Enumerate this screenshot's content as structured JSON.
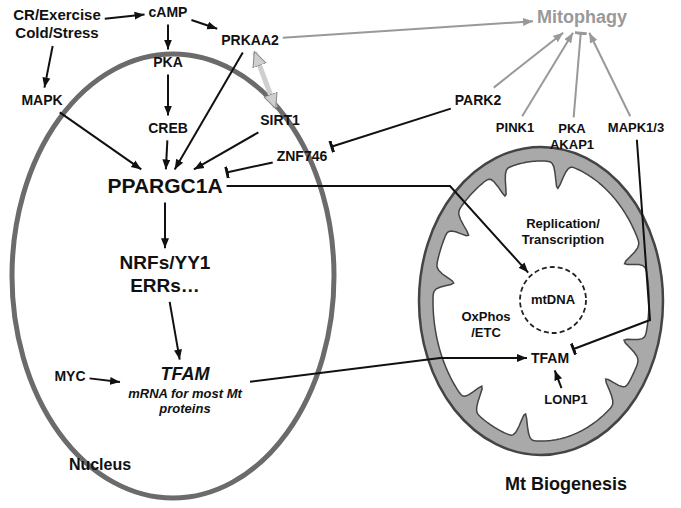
{
  "diagram": {
    "nodes": [
      {
        "text": [
          "CR/Exercise Cold/Stress"
        ]
      },
      {
        "text": [
          "cAMP"
        ]
      },
      {
        "text": [
          "PRKAA2"
        ]
      },
      {
        "text": [
          "Mitophagy"
        ]
      },
      {
        "text": [
          "MAPK"
        ]
      },
      {
        "text": [
          "PKA"
        ]
      },
      {
        "text": [
          "SIRT1"
        ]
      },
      {
        "text": [
          "PARK2"
        ]
      },
      {
        "text": [
          "Nucleus"
        ]
      },
      {
        "text": [
          "CREB"
        ],
        "in": 8
      },
      {
        "text": [
          "PPARGC1A"
        ],
        "in": 8
      },
      {
        "text": [
          "NRFs/YY1 ERRs…"
        ],
        "in": 8
      },
      {
        "text": [
          "MYC"
        ],
        "in": 8
      },
      {
        "text": [
          "TFAM",
          "mRNA for most Mt proteins"
        ],
        "in": 8
      },
      {
        "text": [
          "ZNF746"
        ]
      },
      {
        "text": [
          "PINK1"
        ]
      },
      {
        "text": [
          "PKA AKAP1"
        ]
      },
      {
        "text": [
          "MAPK1/3"
        ]
      },
      {
        "text": [
          "Mt Biogenesis"
        ]
      },
      {
        "text": [
          "Replication/ Transcription"
        ],
        "in": 18
      },
      {
        "text": [
          "mtDNA"
        ],
        "in": 18
      },
      {
        "text": [
          "OxPhos /ETC"
        ],
        "in": 18
      },
      {
        "text": [
          "TFAM"
        ],
        "in": 18
      },
      {
        "text": [
          "LONP1"
        ],
        "in": 18
      }
    ],
    "edges": [
      {
        "from": 0,
        "to": 1,
        "arrow": "to"
      },
      {
        "from": 0,
        "to": 4,
        "arrow": "to"
      },
      {
        "from": 1,
        "to": 5,
        "arrow": "to"
      },
      {
        "from": 1,
        "to": 2,
        "arrow": "to"
      },
      {
        "from": 5,
        "to": 9,
        "arrow": "to"
      },
      {
        "from": 9,
        "to": 10,
        "arrow": "to"
      },
      {
        "from": 4,
        "to": 10,
        "arrow": "to"
      },
      {
        "from": 2,
        "to": 10,
        "arrow": "to"
      },
      {
        "from": 2,
        "to": 6,
        "arrow": "both"
      },
      {
        "from": 6,
        "to": 10,
        "arrow": "to"
      },
      {
        "from": 14,
        "to": 10,
        "arrow": "to"
      },
      {
        "from": 7,
        "to": 14,
        "arrow": "to"
      },
      {
        "from": 2,
        "to": 3,
        "arrow": "to"
      },
      {
        "from": 7,
        "to": 3,
        "arrow": "to"
      },
      {
        "from": 15,
        "to": 3,
        "arrow": "to"
      },
      {
        "from": 16,
        "to": 3,
        "arrow": "to"
      },
      {
        "from": 17,
        "to": 3,
        "arrow": "to"
      },
      {
        "from": 10,
        "to": 20,
        "arrow": "to"
      },
      {
        "from": 10,
        "to": 11,
        "arrow": "to"
      },
      {
        "from": 11,
        "to": 13,
        "arrow": "to"
      },
      {
        "from": 12,
        "to": 13,
        "arrow": "to"
      },
      {
        "from": 13,
        "to": 22,
        "arrow": "to"
      },
      {
        "from": 17,
        "to": 22,
        "arrow": "to"
      },
      {
        "from": 23,
        "to": 22,
        "arrow": "to"
      }
    ]
  }
}
